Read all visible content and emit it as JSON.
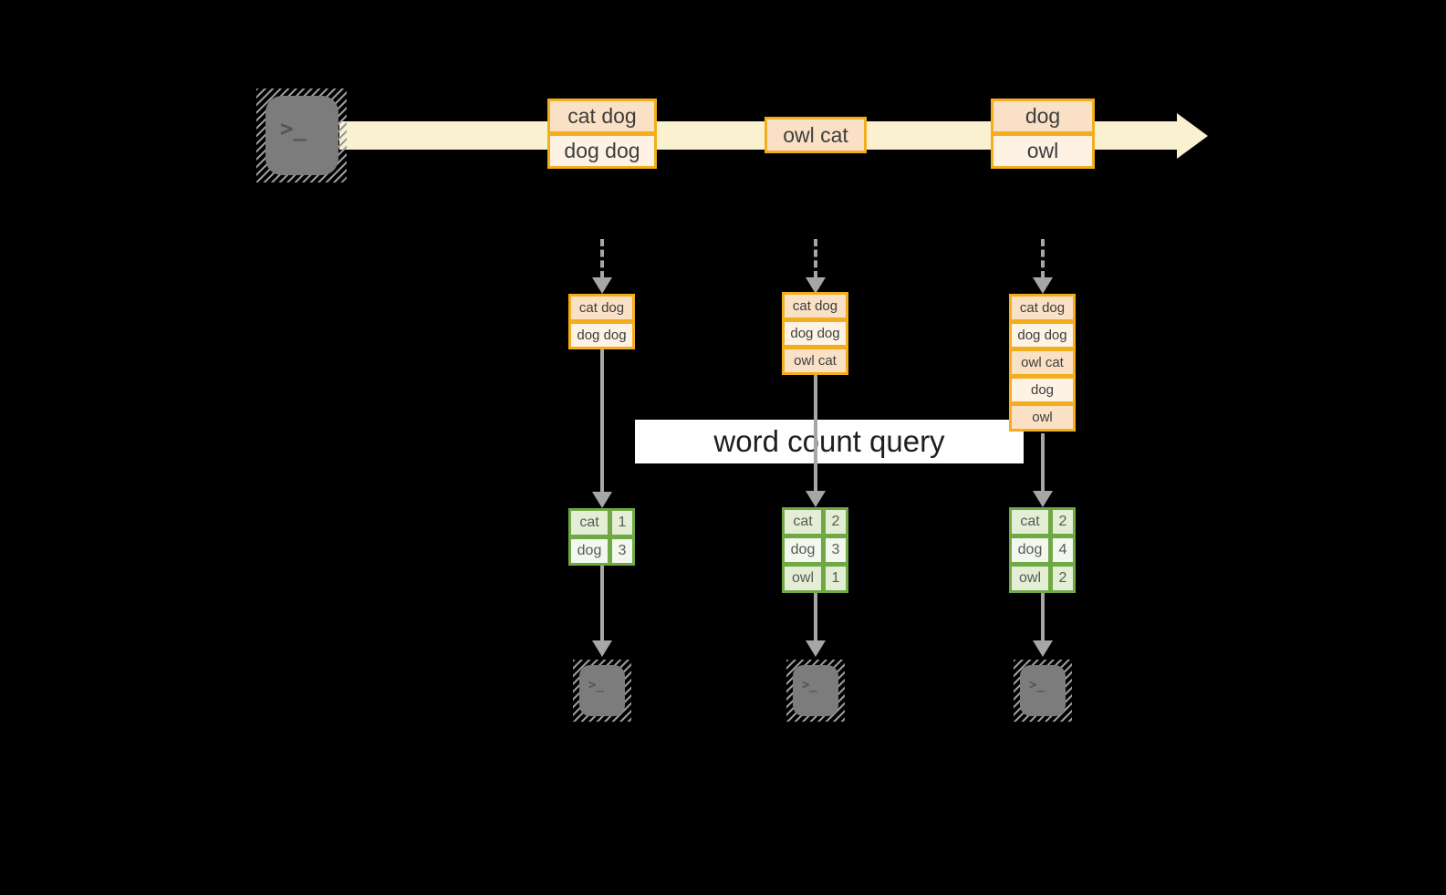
{
  "query": {
    "label": "word count query"
  },
  "icons": {
    "terminal_prompt": ">_"
  },
  "stream": {
    "event_boxes": [
      {
        "rows": [
          "cat dog",
          "dog dog"
        ]
      },
      {
        "rows": [
          "owl cat"
        ]
      },
      {
        "rows": [
          "dog",
          "owl"
        ]
      }
    ]
  },
  "columns": [
    {
      "buffer": [
        "cat dog",
        "dog dog"
      ],
      "counts": [
        {
          "word": "cat",
          "count": "1"
        },
        {
          "word": "dog",
          "count": "3"
        }
      ]
    },
    {
      "buffer": [
        "cat dog",
        "dog dog",
        "owl cat"
      ],
      "counts": [
        {
          "word": "cat",
          "count": "2"
        },
        {
          "word": "dog",
          "count": "3"
        },
        {
          "word": "owl",
          "count": "1"
        }
      ]
    },
    {
      "buffer": [
        "cat dog",
        "dog dog",
        "owl cat",
        "dog",
        "owl"
      ],
      "counts": [
        {
          "word": "cat",
          "count": "2"
        },
        {
          "word": "dog",
          "count": "4"
        },
        {
          "word": "owl",
          "count": "2"
        }
      ]
    }
  ],
  "colors": {
    "accent_orange": "#F2AE1C",
    "event_fill_dark": "#FAE1C6",
    "event_fill_light": "#FDF2E4",
    "stream_band": "#FAF1D0",
    "accent_green": "#6FA844",
    "table_fill_dark": "#E3EED5",
    "table_fill_light": "#F3F8EE",
    "arrow_gray": "#A6A6A6",
    "background": "#000000"
  }
}
